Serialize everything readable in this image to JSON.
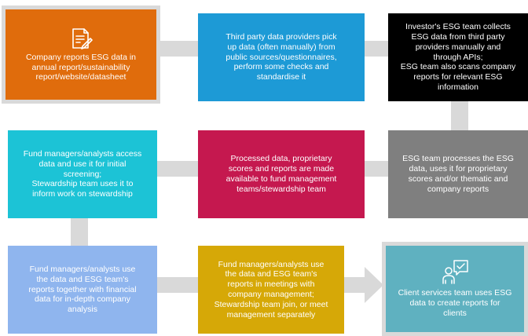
{
  "colors": {
    "orange": "#e06c0c",
    "blue": "#1d9ad6",
    "black": "#000000",
    "grey": "#7f7f7f",
    "crimson": "#c5184f",
    "cyan": "#1cc3d6",
    "light_blue": "#8fb5ee",
    "gold": "#d6a807",
    "teal": "#5fb1c0",
    "connector": "#d9d9d9"
  },
  "steps": [
    {
      "id": "company-reports",
      "icon": "document-edit-icon",
      "color": "orange",
      "text": "Company reports ESG data in\nannual report/sustainability\nreport/website/datasheet"
    },
    {
      "id": "third-party-providers",
      "color": "blue",
      "text": "Third party data providers pick\nup data (often manually) from\npublic sources/questionnaires,\nperform some checks and\nstandardise it"
    },
    {
      "id": "investor-esg-team",
      "color": "black",
      "text": "Investor's ESG team collects\nESG data from third party\nproviders manually and\nthrough APIs;\nESG team also scans company\nreports for relevant ESG\ninformation"
    },
    {
      "id": "esg-team-processes",
      "color": "grey",
      "text": "ESG team processes the ESG\ndata, uses it for proprietary\nscores and/or thematic and\ncompany reports"
    },
    {
      "id": "processed-data",
      "color": "crimson",
      "text": "Processed data, proprietary\nscores and reports are made\navailable to fund management\nteams/stewardship team"
    },
    {
      "id": "initial-screening",
      "color": "cyan",
      "text": "Fund managers/analysts access\ndata and use it for initial\nscreening;\nStewardship team uses it to\ninform work on stewardship"
    },
    {
      "id": "in-depth-analysis",
      "color": "light_blue",
      "text": "Fund managers/analysts use\nthe data and ESG team's\nreports together with financial\ndata for in-depth company\nanalysis"
    },
    {
      "id": "management-meetings",
      "color": "gold",
      "text": "Fund managers/analysts use\nthe data and ESG team's\nreports in meetings with\ncompany management;\nStewardship team join, or meet\nmanagement separately"
    },
    {
      "id": "client-reports",
      "icon": "person-chat-icon",
      "color": "teal",
      "text": "Client services team uses ESG\ndata to create reports for\nclients"
    }
  ]
}
